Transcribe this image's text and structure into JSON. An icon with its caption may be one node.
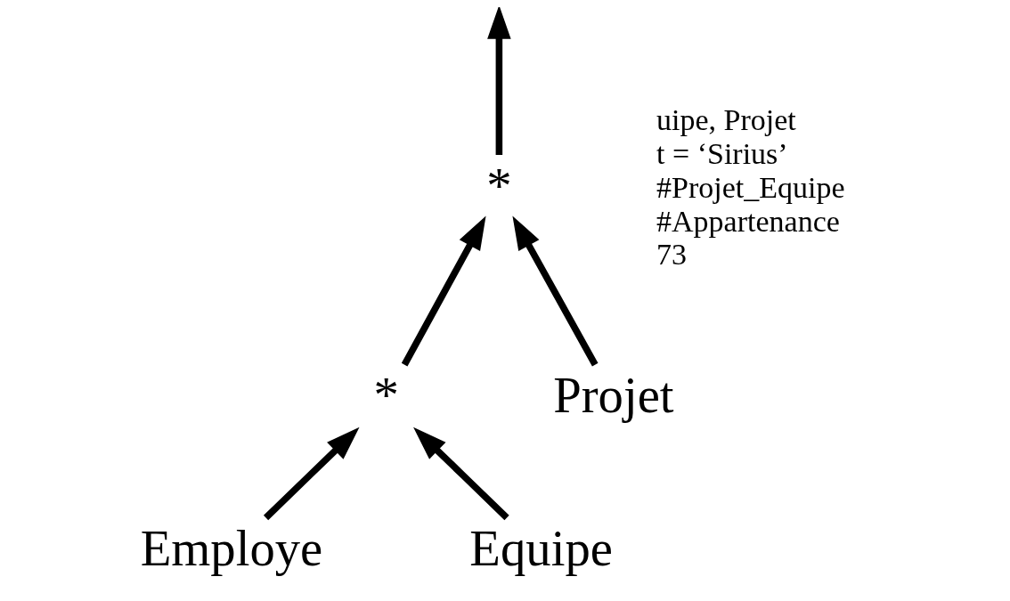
{
  "diagram": {
    "nodes": [
      {
        "text": [
          "*"
        ]
      },
      {
        "text": [
          "*"
        ]
      },
      {
        "text": [
          "Projet"
        ]
      },
      {
        "text": [
          "Employe"
        ]
      },
      {
        "text": [
          "Equipe"
        ]
      }
    ],
    "edges": [
      {
        "from": 0,
        "to": null,
        "arrow": "to"
      },
      {
        "from": 1,
        "to": 0,
        "arrow": "to"
      },
      {
        "from": 2,
        "to": 0,
        "arrow": "to"
      },
      {
        "from": 3,
        "to": 1,
        "arrow": "to"
      },
      {
        "from": 4,
        "to": 1,
        "arrow": "to"
      }
    ],
    "labels": [
      "uipe, Projet",
      "t = ‘Sirius’",
      "#Projet_Equipe",
      "#Appartenance",
      "73"
    ]
  }
}
